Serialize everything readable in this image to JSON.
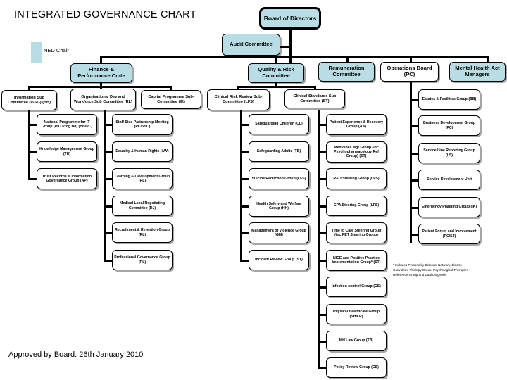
{
  "page": {
    "title": "INTEGRATED GOVERNANCE CHART",
    "approved": "Approved by Board: 26th January 2010",
    "approved_sup": "th",
    "legend_label": "NED Chair",
    "footnote": "* Includes Personality Disorder Network, Electro-Convulsive Therapy Group, Psychological Therapies Reference Group and Dual Diagnosis",
    "colors": {
      "ned_fill": "#b9dde4",
      "box_fill": "#ffffff",
      "line": "#000000"
    }
  },
  "chart_data": {
    "type": "diagram",
    "title": "INTEGRATED GOVERNANCE CHART",
    "root": "Board of Directors",
    "nodes": {
      "board": "Board of Directors",
      "audit": "Audit Committee",
      "finance": "Finance & Performance Cmte",
      "quality": "Quality & Risk Committee",
      "remuneration": "Remuneration Committee",
      "operations": "Operations Board (PC)",
      "mha": "Mental Health Act Managers",
      "info_sub": "Information Sub Committee (ISSG) (BB)",
      "od_sub": "Organisational Dev and Workforce Sub Committee (RL)",
      "capital_sub": "Capital Programme Sub-Committee (IK)",
      "clinical_risk_sub": "Clinical Risk Review Sub-Committee (LFS)",
      "clinical_std_sub": "Clinical Standards Sub Committee (ST)",
      "npfit": "National Programme for IT Group (RiO Prog Bd) (BB/PC)",
      "knowledge": "Knowledge Management Group (TH)",
      "trust_records": "Trust Records & Information Governance Group (AP)",
      "staff_side": "Staff Side Partnership Meeting (PC/SSC)",
      "equality": "Equality & Human Rights (AW)",
      "learning": "Learning & Development Group (RL)",
      "mlnc": "Medical Local Negotiating Committee (DJ)",
      "recruitment": "Recruitment & Retention Group (RL)",
      "prof_gov": "Professional Governance Group (RL)",
      "safeguard_children": "Safeguarding Children (CL)",
      "safeguard_adults": "Safeguarding Adults (TB)",
      "suicide": "Suicide Reduction Group (LFS)",
      "health_safety": "Health Safety and Welfare Group (HH)",
      "violence": "Management of Violence Group (GM)",
      "incident": "Incident Review Group (ST)",
      "patient_exp": "Patient Experience & Recovery Group (AA)",
      "medicines": "Medicines Mgt Group (inc Psychopharmacology Ref Group) (ST)",
      "rnd": "R&D Steering Group (LFS)",
      "cpa": "CPA Steering Group (LFS)",
      "time_to_care": "Time to Care Steering Group (inc PET Steering Group)",
      "nice": "NICE and Positive Practice Implementation Group* (ST)",
      "infection": "Infection control Group (CS)",
      "physical": "Physical Healthcare Group (SH/LR)",
      "mh_law": "MH Law Group (TB)",
      "policy": "Policy Review Group (CS)",
      "estates": "Estates & Facilities Group (BB)",
      "business_dev": "Business Development Group (PC)",
      "service_line": "Service Line Reporting Group (LS)",
      "service_dev": "Service Development Unit",
      "emergency": "Emergency Planning Group (IK)",
      "patient_forum": "Patient Forum and Involvement (PC/SJ)"
    },
    "edges": [
      [
        "board",
        "audit"
      ],
      [
        "board",
        "finance"
      ],
      [
        "board",
        "quality"
      ],
      [
        "board",
        "remuneration"
      ],
      [
        "board",
        "operations"
      ],
      [
        "board",
        "mha"
      ],
      [
        "finance",
        "info_sub"
      ],
      [
        "finance",
        "od_sub"
      ],
      [
        "finance",
        "capital_sub"
      ],
      [
        "quality",
        "clinical_risk_sub"
      ],
      [
        "quality",
        "clinical_std_sub"
      ],
      [
        "info_sub",
        "npfit"
      ],
      [
        "info_sub",
        "knowledge"
      ],
      [
        "info_sub",
        "trust_records"
      ],
      [
        "od_sub",
        "staff_side"
      ],
      [
        "od_sub",
        "equality"
      ],
      [
        "od_sub",
        "learning"
      ],
      [
        "od_sub",
        "mlnc"
      ],
      [
        "od_sub",
        "recruitment"
      ],
      [
        "od_sub",
        "prof_gov"
      ],
      [
        "clinical_risk_sub",
        "safeguard_children"
      ],
      [
        "clinical_risk_sub",
        "safeguard_adults"
      ],
      [
        "clinical_risk_sub",
        "suicide"
      ],
      [
        "clinical_risk_sub",
        "health_safety"
      ],
      [
        "clinical_risk_sub",
        "violence"
      ],
      [
        "clinical_risk_sub",
        "incident"
      ],
      [
        "clinical_std_sub",
        "patient_exp"
      ],
      [
        "clinical_std_sub",
        "medicines"
      ],
      [
        "clinical_std_sub",
        "rnd"
      ],
      [
        "clinical_std_sub",
        "cpa"
      ],
      [
        "clinical_std_sub",
        "time_to_care"
      ],
      [
        "clinical_std_sub",
        "nice"
      ],
      [
        "clinical_std_sub",
        "infection"
      ],
      [
        "clinical_std_sub",
        "physical"
      ],
      [
        "clinical_std_sub",
        "mh_law"
      ],
      [
        "clinical_std_sub",
        "policy"
      ],
      [
        "operations",
        "estates"
      ],
      [
        "operations",
        "business_dev"
      ],
      [
        "operations",
        "service_line"
      ],
      [
        "operations",
        "service_dev"
      ],
      [
        "operations",
        "emergency"
      ],
      [
        "operations",
        "patient_forum"
      ]
    ],
    "ned_chaired": [
      "audit",
      "finance",
      "quality",
      "remuneration",
      "mha"
    ]
  }
}
